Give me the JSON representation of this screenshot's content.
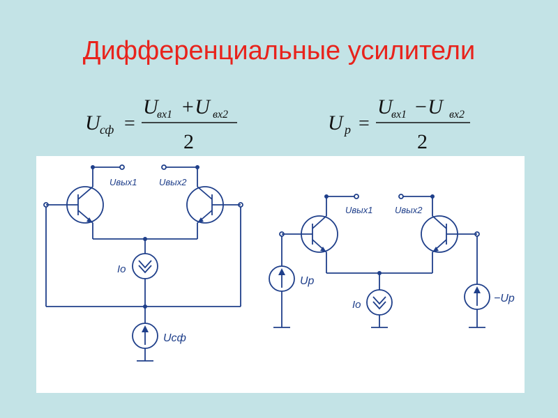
{
  "title": "Дифференциальные усилители",
  "formula_common": {
    "lhs_main": "U",
    "lhs_sub": "сф",
    "eq": "=",
    "num_a": "U",
    "num_a_sub": "вх1",
    "op": "+U",
    "num_b_sub": "вх2",
    "den": "2"
  },
  "formula_diff": {
    "lhs_main": "U",
    "lhs_sub": "р",
    "eq": "=",
    "num_a": "U",
    "num_a_sub": "вх1",
    "op": "−U",
    "num_b_sub": "вх2",
    "den": "2"
  },
  "left_circuit": {
    "out1": "Uвых1",
    "out2": "Uвых2",
    "current_source": "Io",
    "voltage_source": "Uсф"
  },
  "right_circuit": {
    "out1": "Uвых1",
    "out2": "Uвых2",
    "current_source": "Io",
    "source_left": "Uр",
    "source_right": "−Uр"
  }
}
